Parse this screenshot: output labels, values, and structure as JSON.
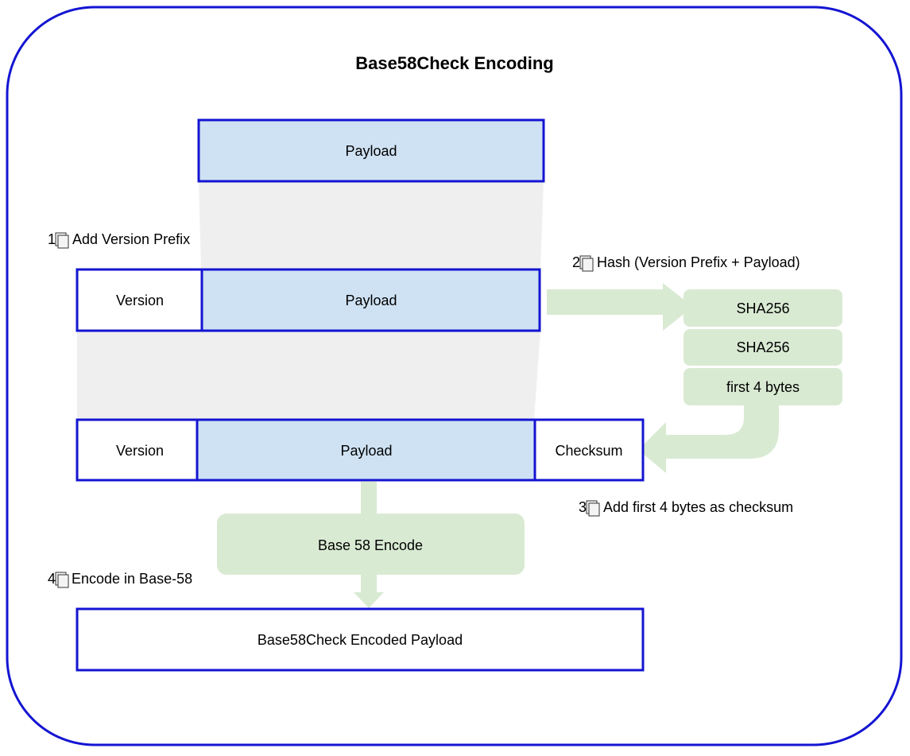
{
  "diagram": {
    "title": "Base58Check Encoding",
    "colors": {
      "border": "#1414d2",
      "payload_fill": "#cfe2f3",
      "box_fill": "#ffffff",
      "process_fill": "#d9ead3",
      "projection_fill": "#efefef"
    },
    "top_payload": {
      "label": "Payload"
    },
    "step1": {
      "number": "1",
      "label": "Add Version Prefix"
    },
    "row1": {
      "version": "Version",
      "payload": "Payload"
    },
    "step2": {
      "number": "2",
      "label": "Hash (Version Prefix + Payload)"
    },
    "hash_steps": [
      "SHA256",
      "SHA256",
      "first 4 bytes"
    ],
    "row2": {
      "version": "Version",
      "payload": "Payload",
      "checksum": "Checksum"
    },
    "step3": {
      "number": "3",
      "label": "Add first 4 bytes as checksum"
    },
    "encode_box": {
      "label": "Base 58 Encode"
    },
    "step4": {
      "number": "4",
      "label": "Encode in Base-58"
    },
    "result": {
      "label": "Base58Check Encoded Payload"
    },
    "icons": {
      "step_marker": "step-number-box-icon",
      "arrows": "flow-arrow-icon"
    }
  }
}
